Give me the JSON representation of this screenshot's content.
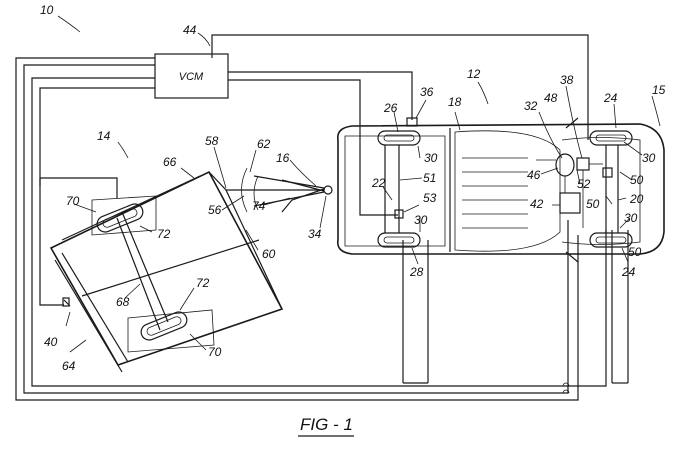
{
  "figure": {
    "caption": "FIG - 1",
    "module_label": "VCM",
    "ref_numbers": {
      "system": "10",
      "vehicle": "12",
      "trailer": "14",
      "vehicle_ref_15": "15",
      "hitch": "16",
      "vehicle_ref_18": "18",
      "wheel_ref_20": "20",
      "vehicle_ref_22": "22",
      "wheel_24_top": "24",
      "wheel_24_bottom": "24",
      "wheel_ref_26": "26",
      "wheel_ref_28": "28",
      "sensor_30_a": "30",
      "sensor_30_b": "30",
      "sensor_30_c": "30",
      "sensor_30_d": "30",
      "sensor_32": "32",
      "hitch_34": "34",
      "sensor_36": "36",
      "sensor_38": "38",
      "sensor_40": "40",
      "ref_42": "42",
      "vcm_44": "44",
      "ref_46": "46",
      "ref_48": "48",
      "ref_50_a": "50",
      "ref_50_b": "50",
      "ref_50_c": "50",
      "ref_51": "51",
      "ref_52": "52",
      "ref_53": "53",
      "ref_56": "56",
      "ref_58": "58",
      "ref_60": "60",
      "ref_62": "62",
      "trailer_64": "64",
      "ref_66": "66",
      "ref_68": "68",
      "trailer_wheel_70_top": "70",
      "trailer_wheel_70_bottom": "70",
      "ref_72_top": "72",
      "ref_72_bottom": "72",
      "ref_74": "74"
    }
  }
}
